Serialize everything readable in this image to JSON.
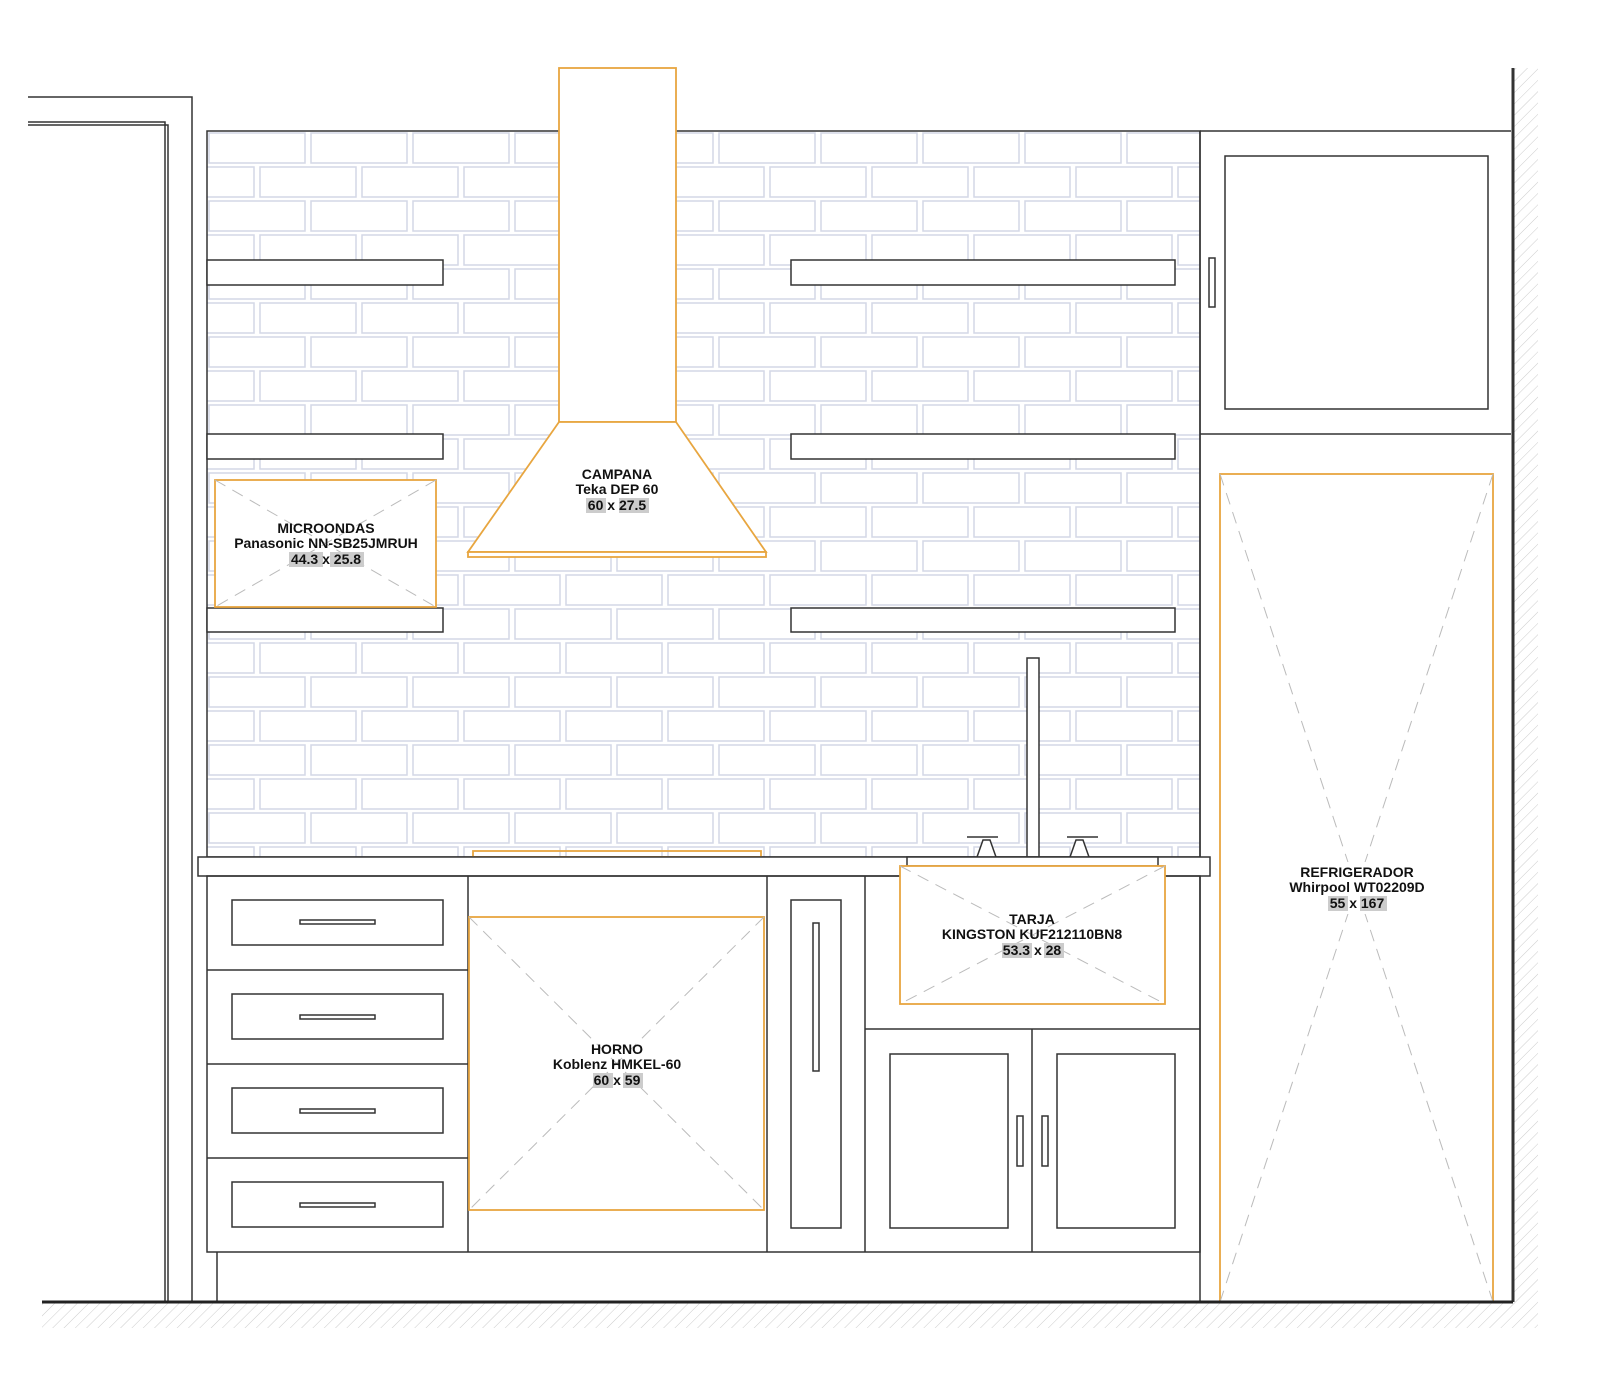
{
  "colors": {
    "appliance_outline": "#e8a640",
    "line": "#333333",
    "tile": "#d3d7e6"
  },
  "labels": {
    "microwave": {
      "name": "MICROONDAS",
      "model": "Panasonic NN-SB25JMRUH",
      "w": "44.3",
      "h": "25.8"
    },
    "hood": {
      "name": "CAMPANA",
      "model": "Teka DEP 60",
      "w": "60",
      "h": "27.5"
    },
    "sink": {
      "name": "TARJA",
      "model": "KINGSTON KUF212110BN8",
      "w": "53.3",
      "h": "28"
    },
    "oven": {
      "name": "HORNO",
      "model": "Koblenz HMKEL-60",
      "w": "60",
      "h": "59"
    },
    "fridge": {
      "name": "REFRIGERADOR",
      "model": "Whirpool WT02209D",
      "w": "55",
      "h": "167"
    }
  },
  "dimension_separator": "x"
}
